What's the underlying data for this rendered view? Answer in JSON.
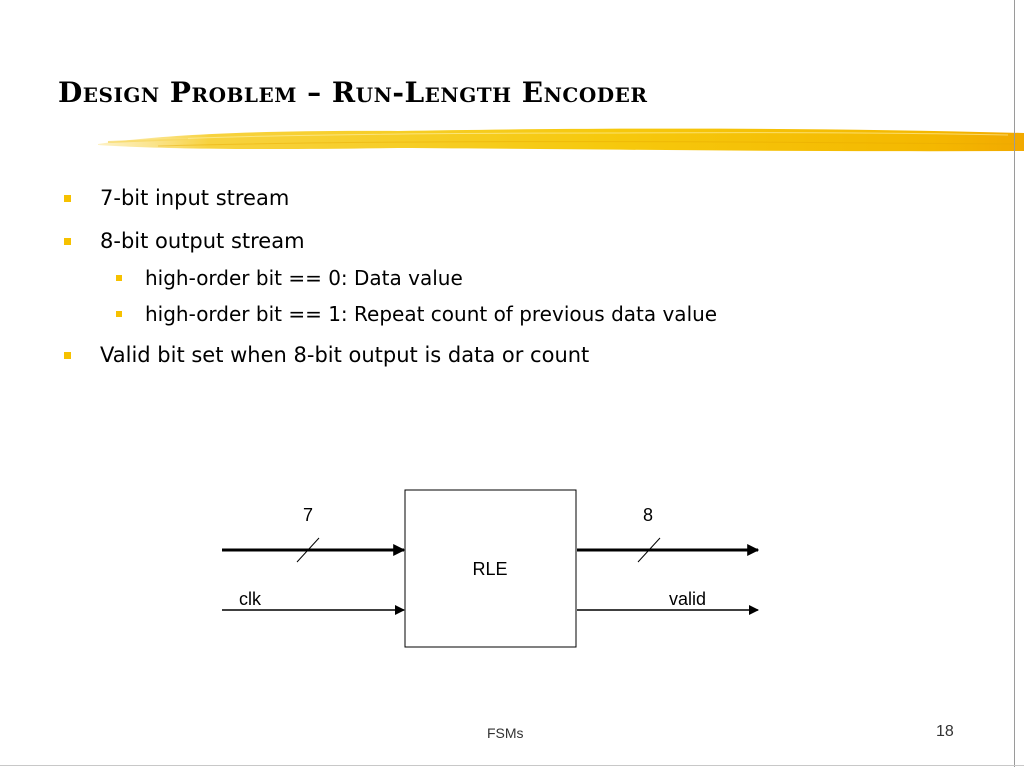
{
  "slide": {
    "title": "Design Problem – Run-Length Encoder",
    "accent_color": "#f6c100",
    "bullets": [
      {
        "level": 1,
        "text": "7-bit input stream"
      },
      {
        "level": 1,
        "text": "8-bit output stream"
      },
      {
        "level": 2,
        "text": "high-order bit == 0:  Data value"
      },
      {
        "level": 2,
        "text": "high-order bit == 1:  Repeat count of previous data value"
      },
      {
        "level": 1,
        "text": "Valid bit set when 8-bit output is data or count"
      }
    ],
    "diagram": {
      "block_label": "RLE",
      "input_bus_width": "7",
      "output_bus_width": "8",
      "clock_label": "clk",
      "valid_label": "valid"
    },
    "footer": "FSMs",
    "page_number": "18"
  }
}
